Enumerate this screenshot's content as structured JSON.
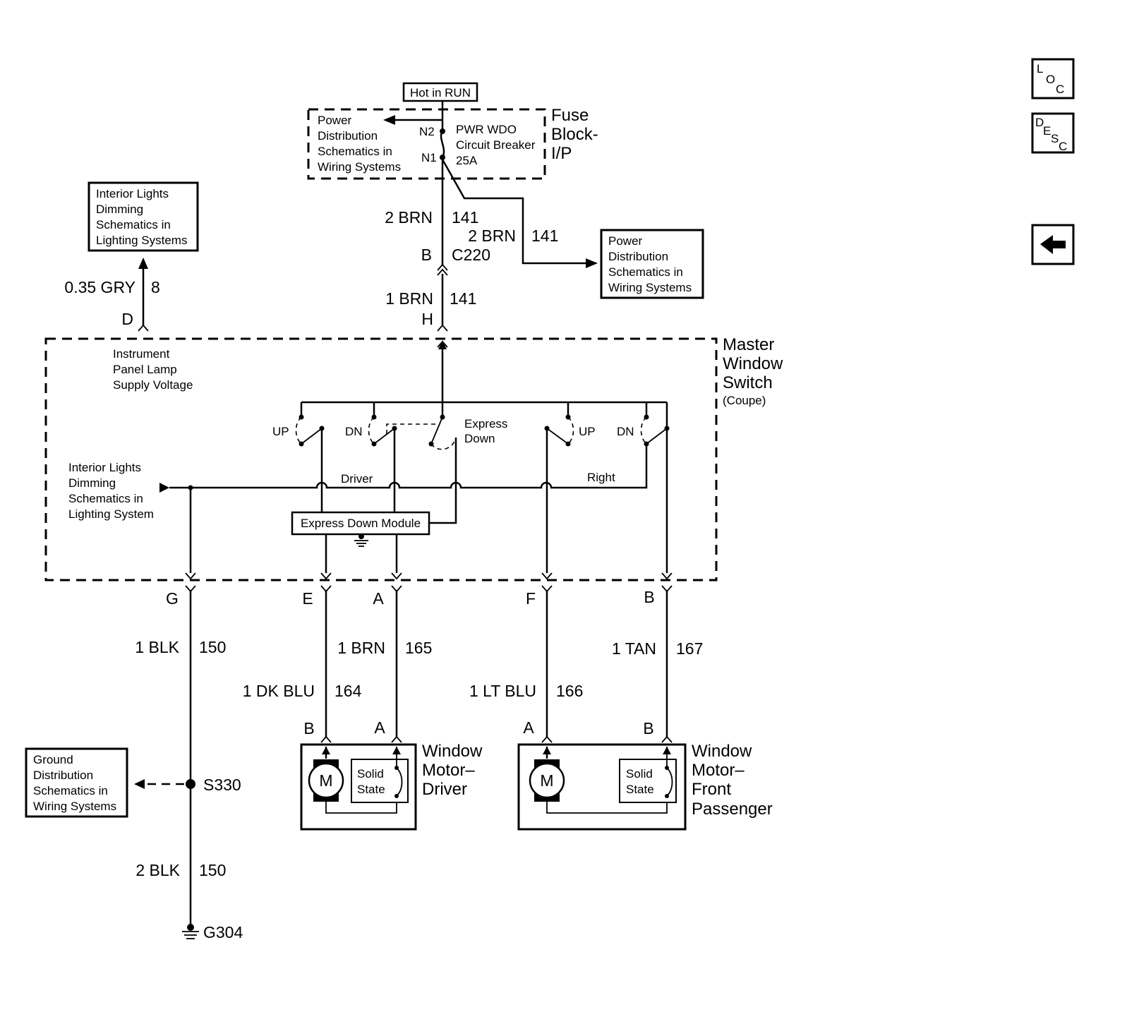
{
  "header": {
    "hot_in_run": "Hot in RUN"
  },
  "fuse_block": {
    "name": "Fuse Block- I/P",
    "name_lines": [
      "Fuse",
      "Block-",
      "I/P"
    ],
    "ref_lines": [
      "Power",
      "Distribution",
      "Schematics in",
      "Wiring Systems"
    ],
    "breaker_lines": [
      "PWR WDO",
      "Circuit Breaker",
      "25A"
    ],
    "terminal_n2": "N2",
    "terminal_n1": "N1"
  },
  "refs": {
    "power_dist_right": [
      "Power",
      "Distribution",
      "Schematics in",
      "Wiring Systems"
    ],
    "lighting_top": [
      "Interior Lights",
      "Dimming",
      "Schematics in",
      "Lighting Systems"
    ],
    "lighting_inside": [
      "Interior Lights",
      "Dimming",
      "Schematics in",
      "Lighting System"
    ],
    "ground_dist": [
      "Ground",
      "Distribution",
      "Schematics in",
      "Wiring Systems"
    ]
  },
  "wires": {
    "feed_upper": {
      "color": "2 BRN",
      "circuit": "141"
    },
    "feed_branch": {
      "color": "2 BRN",
      "circuit": "141"
    },
    "feed_lower": {
      "color": "1 BRN",
      "circuit": "141"
    },
    "lamp_supply": {
      "color": "0.35 GRY",
      "circuit": "8"
    },
    "ground_upper": {
      "color": "1 BLK",
      "circuit": "150"
    },
    "ground_lower": {
      "color": "2 BLK",
      "circuit": "150"
    },
    "driver_e": {
      "color": "1 DK BLU",
      "circuit": "164"
    },
    "driver_a": {
      "color": "1 BRN",
      "circuit": "165"
    },
    "pass_f": {
      "color": "1 LT BLU",
      "circuit": "166"
    },
    "pass_b": {
      "color": "1 TAN",
      "circuit": "167"
    }
  },
  "connectors": {
    "c220": "C220",
    "c220_b": "B",
    "switch_h": "H",
    "switch_d": "D",
    "switch_g": "G",
    "switch_e": "E",
    "switch_a": "A",
    "switch_f": "F",
    "switch_b": "B",
    "motor_d_b": "B",
    "motor_d_a": "A",
    "motor_p_a": "A",
    "motor_p_b": "B"
  },
  "master_switch": {
    "name_lines": [
      "Master",
      "Window",
      "Switch"
    ],
    "variant": "(Coupe)",
    "lamp_note": [
      "Instrument",
      "Panel Lamp",
      "Supply Voltage"
    ],
    "up1": "UP",
    "dn1": "DN",
    "express_down": [
      "Express",
      "Down"
    ],
    "up2": "UP",
    "dn2": "DN",
    "driver_label": "Driver",
    "right_label": "Right",
    "module": "Express Down Module"
  },
  "splice": "S330",
  "ground": "G304",
  "motors": {
    "driver_lines": [
      "Window",
      "Motor–",
      "Driver"
    ],
    "passenger_lines": [
      "Window",
      "Motor–",
      "Front",
      "Passenger"
    ],
    "m_symbol": "M",
    "solid_state": [
      "Solid",
      "State"
    ]
  },
  "nav": {
    "loc": [
      "L",
      "O",
      "C"
    ],
    "desc": [
      "D",
      "E",
      "S",
      "C"
    ],
    "back_icon": "left-arrow-icon"
  }
}
